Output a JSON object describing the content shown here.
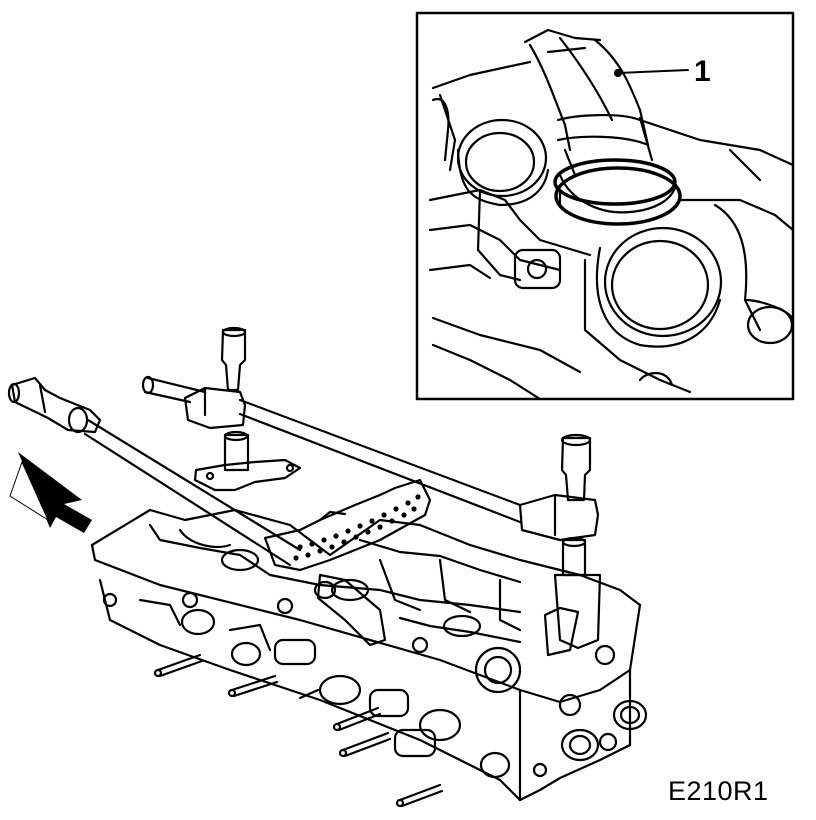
{
  "figure": {
    "callout_label": "1",
    "figure_code": "E210R1"
  },
  "icons": [
    "arrow-removal-direction",
    "cylinder-head",
    "valve-spring-compressor-tool",
    "detail-inset"
  ],
  "colors": {
    "ink": "#000000",
    "paper": "#ffffff"
  }
}
